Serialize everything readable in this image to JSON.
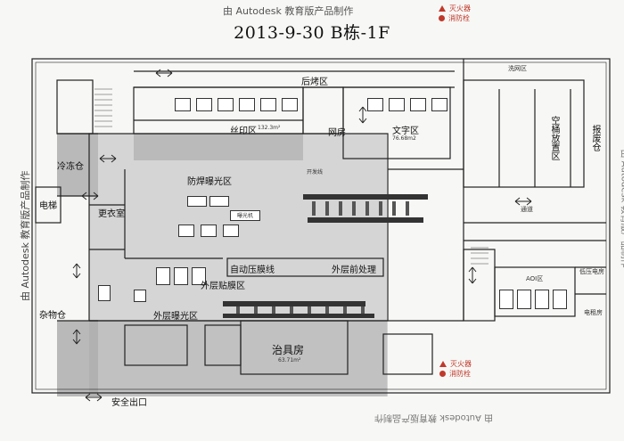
{
  "watermark": "由 Autodesk 教育版产品制作",
  "title": "2013-9-30  B栋-1F",
  "legend": {
    "fire_ext": "灭火器",
    "hydrant": "消防栓"
  },
  "zones": {
    "bake": "后烤区",
    "silk": "丝印区",
    "silk_area": "132.3m²",
    "net": "网房",
    "text": "文字区",
    "text_area": "76.68m2",
    "freezer": "冷冻仓",
    "elevator": "电梯",
    "solder": "防焊曝光区",
    "dev": "开发线",
    "changing": "更衣室",
    "auto_lam": "自动压膜线",
    "outer_pre": "外层前处理",
    "outer_film": "外层贴膜区",
    "outer_exp": "外层曝光区",
    "sundry": "杂物仓",
    "jig": "治具房",
    "jig_area": "63.71m²",
    "exit": "安全出口",
    "wash": "洗网区",
    "empty_bucket": "空桶放置区",
    "scrap": "报废仓",
    "aisle": "通道",
    "aoi": "AOI区",
    "lowvolt": "低压电房",
    "power": "电租房",
    "exposure_mc": "曝光机"
  }
}
